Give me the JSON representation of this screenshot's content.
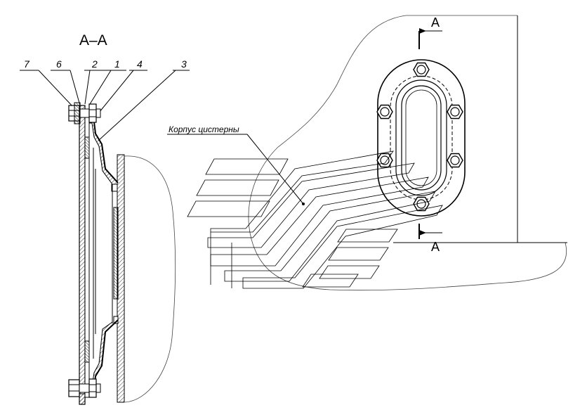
{
  "section": {
    "title": "А–А",
    "callouts": [
      "7",
      "6",
      "2",
      "1",
      "4",
      "3"
    ]
  },
  "label_tank_body": "Корпус цистерны",
  "cut_marks": {
    "top": "А",
    "bottom": "А"
  },
  "icons": {
    "bolt": "hex-bolt-icon"
  },
  "colors": {
    "line": "#000000",
    "background": "#ffffff"
  }
}
